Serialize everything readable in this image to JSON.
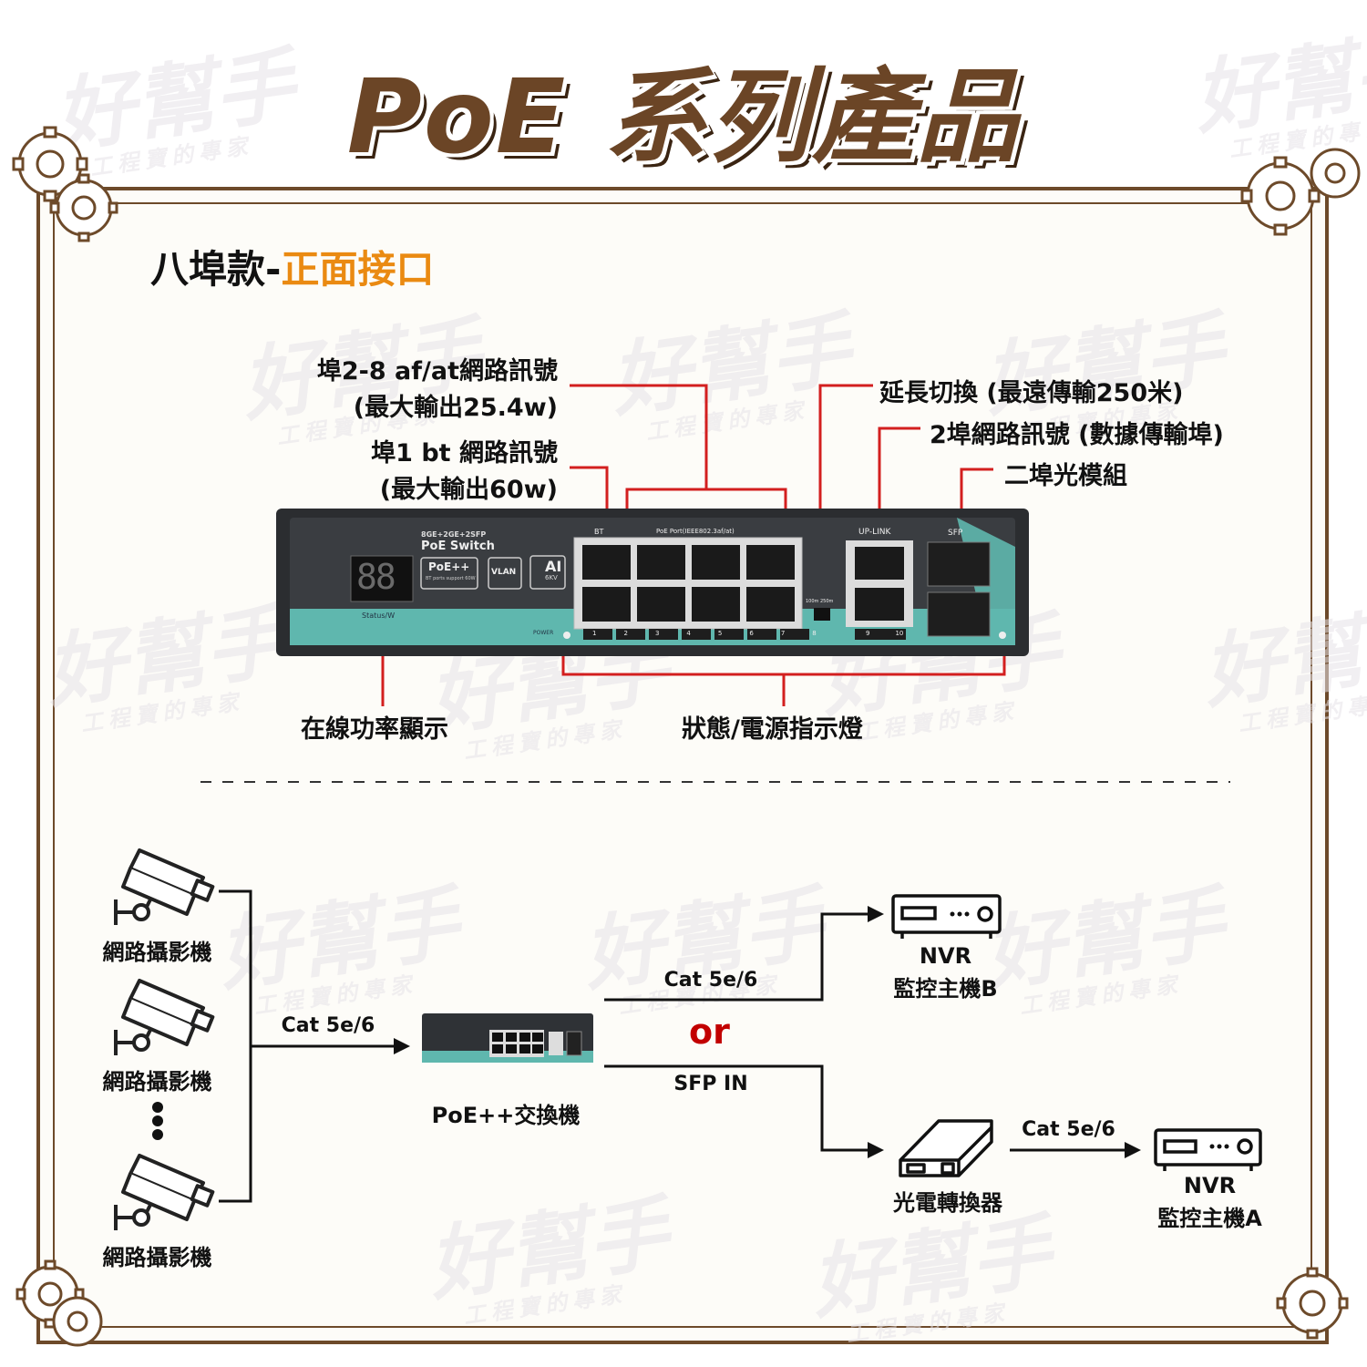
{
  "title": "PoE 系列產品",
  "section": {
    "prefix": "八埠款-",
    "accent": "正面接口"
  },
  "watermark": {
    "brand": "好幫手",
    "tagline": "工程寶的專家"
  },
  "callouts": {
    "port2_8_line1": "埠2-8 af/at網路訊號",
    "port2_8_line2": "(最大輸出25.4w)",
    "port1_line1": "埠1 bt 網路訊號",
    "port1_line2": "(最大輸出60w)",
    "extend": "延長切換 (最遠傳輸250米)",
    "uplink": "2埠網路訊號 (數據傳輸埠)",
    "sfp": "二埠光模組",
    "power_display": "在線功率顯示",
    "status_led": "狀態/電源指示燈"
  },
  "device": {
    "model": "8GE+2GE+2SFP",
    "name": "PoE Switch",
    "display": "88",
    "badge_poe": "PoE++",
    "badge_poe_sub": "BT ports support 60W",
    "badge_vlan": "VLAN",
    "badge_ai": "AI",
    "badge_ai_sub": "6KV",
    "status_label": "Status/W",
    "bt_label": "BT",
    "poe_port_label": "PoE Port(IEEE802.3af/at)",
    "uplink_label": "UP-LINK",
    "sfp_label": "SFP",
    "power_label": "POWER",
    "dip_label": "100m 250m",
    "port_numbers": [
      "1",
      "2",
      "3",
      "4",
      "5",
      "6",
      "7",
      "8",
      "9",
      "10"
    ]
  },
  "topology": {
    "camera_label": "網路攝影機",
    "cable_in": "Cat 5e/6",
    "switch_label": "PoE++交換機",
    "cable_top": "Cat 5e/6",
    "or": "or",
    "cable_bottom": "SFP IN",
    "nvr_b_line1": "NVR",
    "nvr_b_line2": "監控主機B",
    "converter_label": "光電轉換器",
    "cable_right": "Cat 5e/6",
    "nvr_a_line1": "NVR",
    "nvr_a_line2": "監控主機A"
  },
  "colors": {
    "frame": "#6d4a2a",
    "title": "#6b4526",
    "accent": "#ea8a12",
    "callout_line": "#d31f1f",
    "or": "#c20000",
    "device_teal": "#5fb7ae"
  }
}
